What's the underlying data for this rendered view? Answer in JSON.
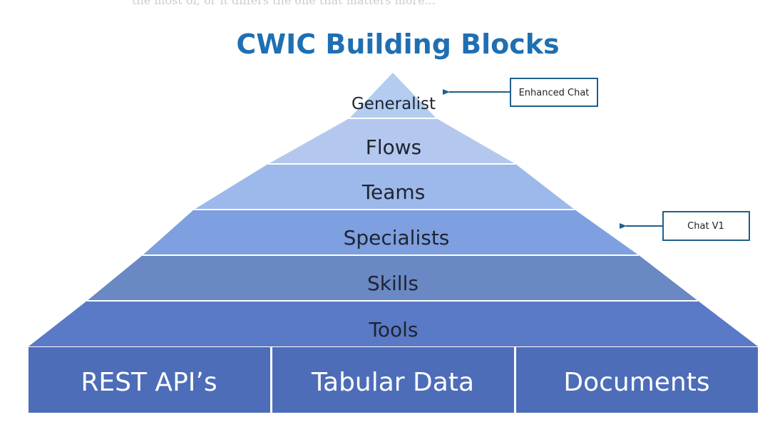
{
  "diagram": {
    "header_fragment": "the most of, or it differs the one that matters more...",
    "title": "CWIC Building Blocks",
    "layers": [
      {
        "label": "Generalist",
        "color": "#b3cdf0"
      },
      {
        "label": "Flows",
        "color": "#b4c8ef"
      },
      {
        "label": "Teams",
        "color": "#9db8ea"
      },
      {
        "label": "Specialists",
        "color": "#7e9fe0"
      },
      {
        "label": "Skills",
        "color": "#6a88c4"
      },
      {
        "label": "Tools",
        "color": "#5a79c6"
      }
    ],
    "foundation": [
      {
        "label": "REST API’s"
      },
      {
        "label": "Tabular Data"
      },
      {
        "label": "Documents"
      }
    ],
    "foundation_color": "#4d6db8",
    "callouts": [
      {
        "label": "Enhanced Chat",
        "points_to": "Generalist"
      },
      {
        "label": "Chat V1",
        "points_to": "Specialists"
      }
    ],
    "callout_color": "#1f5f8b"
  }
}
